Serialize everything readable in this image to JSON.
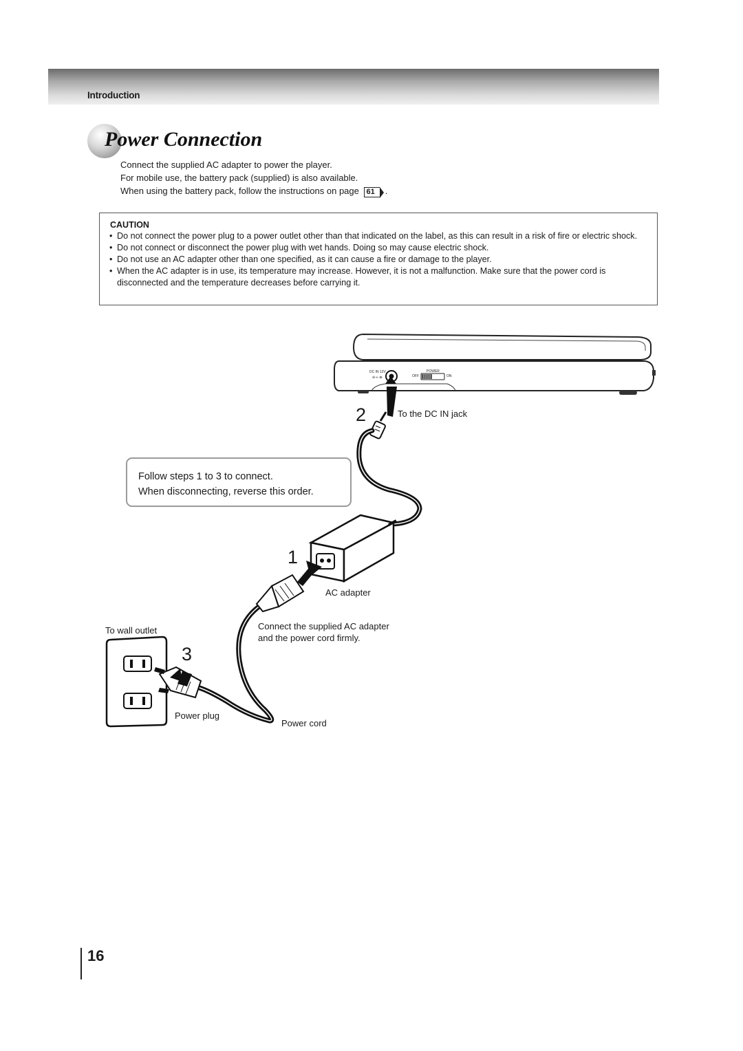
{
  "header": {
    "section": "Introduction"
  },
  "title": "Power Connection",
  "intro": {
    "line1": "Connect the supplied AC adapter to power the player.",
    "line2": "For mobile use, the battery pack (supplied) is also available.",
    "line3": "When using the battery pack, follow the instructions on page",
    "page_ref": "61",
    "line3_end": "."
  },
  "caution": {
    "title": "CAUTION",
    "items": [
      "Do not connect the power plug to a power outlet other than that indicated on the label, as this can result in a risk of fire or electric shock.",
      "Do not connect or disconnect the power plug with wet hands. Doing so may cause electric shock.",
      "Do not use an AC adapter other than one specified, as it can cause a fire or damage to the player.",
      "When the AC adapter is in use, its temperature may increase. However, it is not a malfunction. Make sure that the power cord is disconnected and the temperature decreases before carrying it."
    ]
  },
  "device": {
    "dc_in_label": "DC IN 12V",
    "power_label": "POWER",
    "off_label": "OFF",
    "on_label": "ON"
  },
  "steps": {
    "step1": "1",
    "step2": "2",
    "step3": "3",
    "dc_in_jack": "To the DC IN jack",
    "ac_adapter": "AC adapter",
    "connect_firmly_1": "Connect the supplied AC adapter",
    "connect_firmly_2": "and the power cord firmly.",
    "wall_outlet": "To wall outlet",
    "power_plug": "Power plug",
    "power_cord": "Power cord"
  },
  "follow": {
    "line1": "Follow steps 1 to 3 to connect.",
    "line2": "When disconnecting, reverse this order."
  },
  "page_number": "16"
}
